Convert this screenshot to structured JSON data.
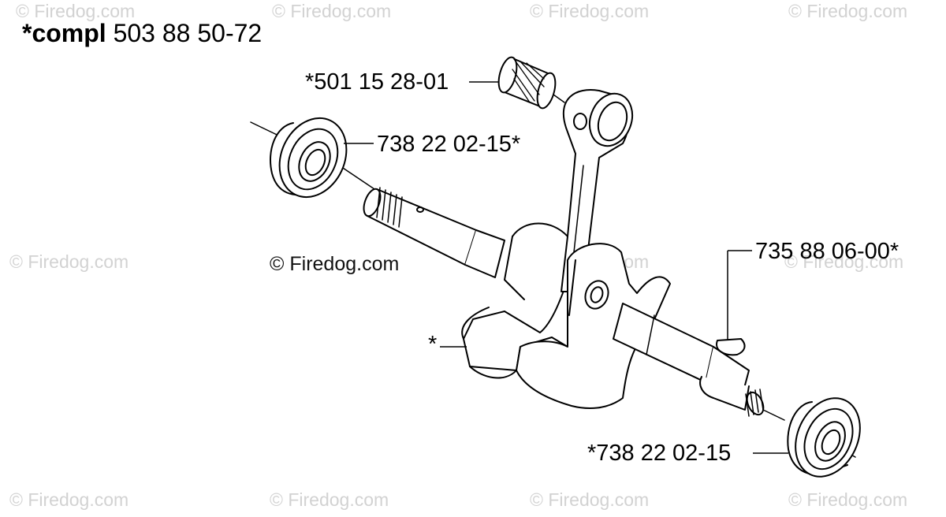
{
  "diagram": {
    "title_prefix": "*compl",
    "title_number": "503 88 50-72",
    "labels": {
      "bearing_needle": "*501 15 28-01",
      "seal_left": "738 22 02-15*",
      "key": "735 88 06-00*",
      "crank_star": "*",
      "seal_right": "*738 22 02-15"
    },
    "watermark": "© Firedog.com",
    "center_watermark": "© Firedog.com"
  }
}
